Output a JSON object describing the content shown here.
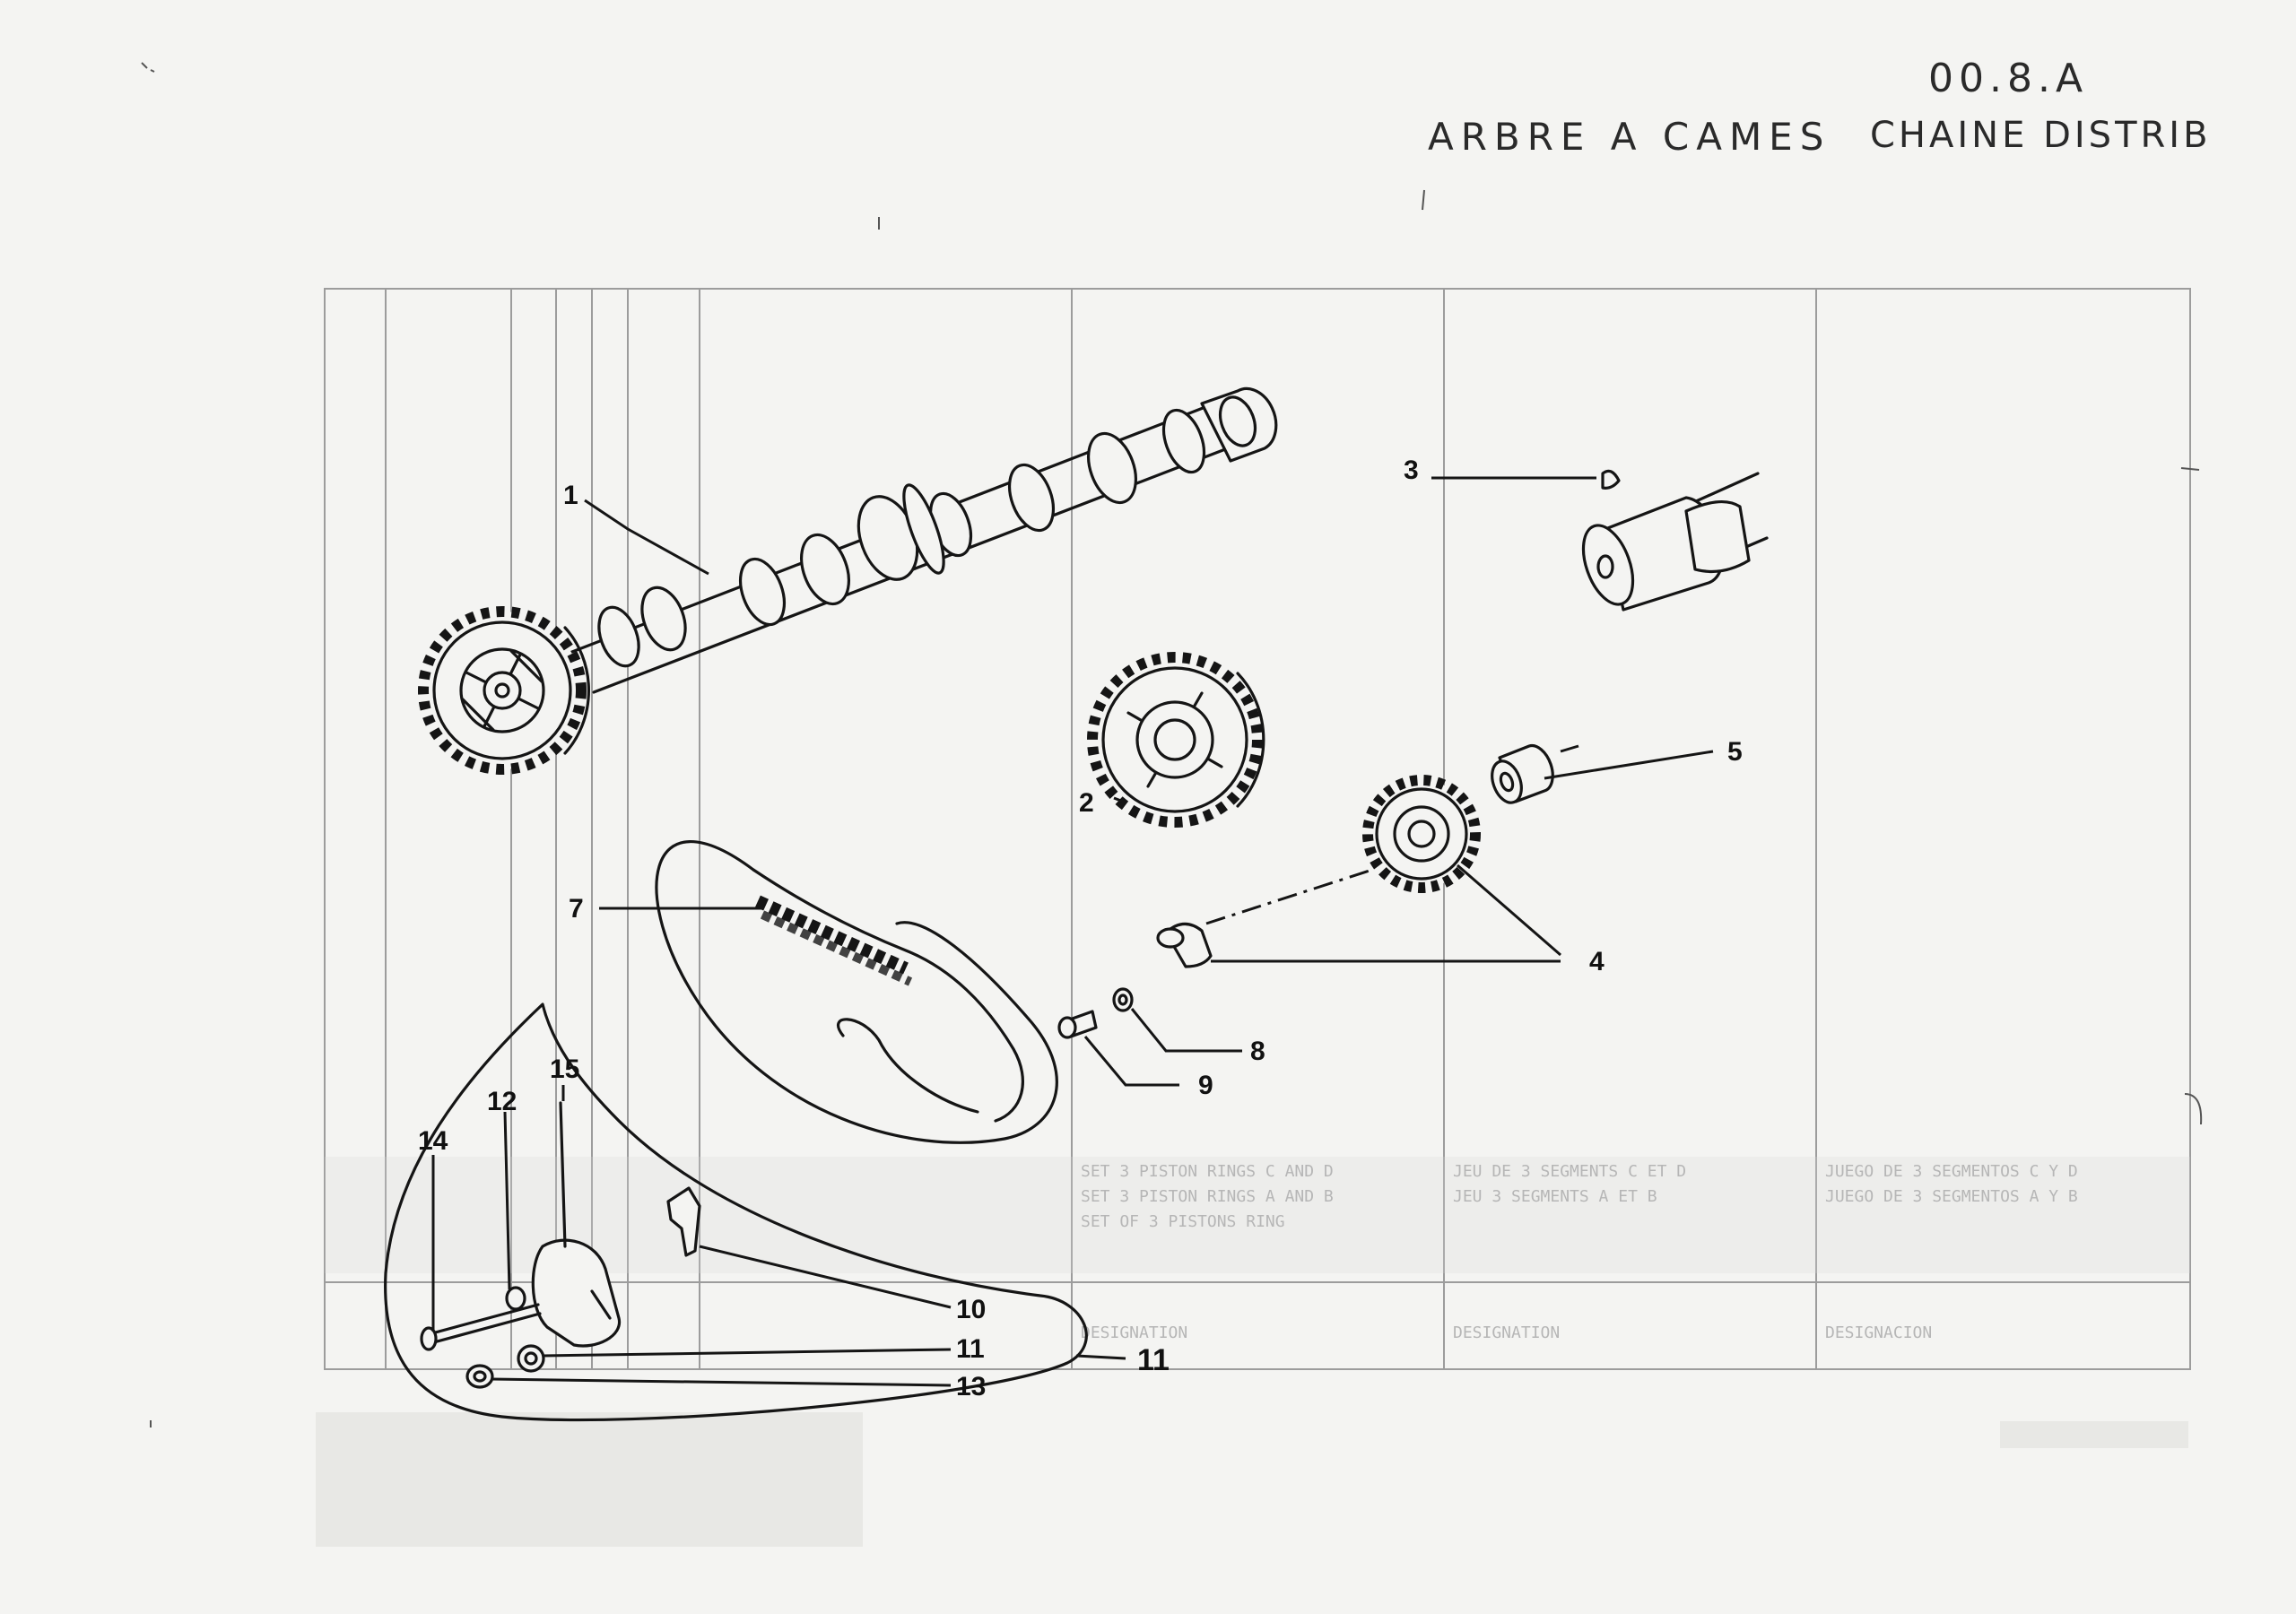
{
  "header": {
    "page_ref": "00.8.A",
    "title_part1": "ARBRE A CAMES",
    "title_part2": "CHAINE DISTRIB"
  },
  "callouts": [
    "1",
    "2",
    "3",
    "4",
    "5",
    "7",
    "8",
    "9",
    "10",
    "11",
    "11",
    "12",
    "13",
    "14",
    "15"
  ]
}
